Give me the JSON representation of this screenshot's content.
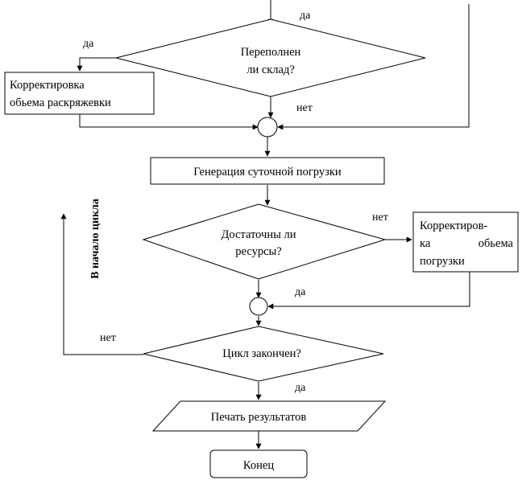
{
  "nodes": {
    "warehouse_check": {
      "line1": "Переполнен",
      "line2": "ли склад?"
    },
    "adjust_unloading": {
      "line1": "Корректировка",
      "line2": "обьема раскряжевки"
    },
    "generate_loading": {
      "text": "Генерация суточной погрузки"
    },
    "resources_check": {
      "line1": "Достаточны ли",
      "line2": "ресурсы?"
    },
    "adjust_loading": {
      "line1": "Корректиров-",
      "line2a": "ка",
      "line2b": "обьема",
      "line3": "погрузки"
    },
    "cycle_check": {
      "text": "Цикл закончен?"
    },
    "print_results": {
      "text": "Печать результатов"
    },
    "end": {
      "text": "Конец"
    }
  },
  "edge_labels": {
    "top_yes": "да",
    "warehouse_yes": "да",
    "warehouse_no": "нет",
    "resources_no": "нет",
    "resources_yes": "да",
    "cycle_no": "нет",
    "cycle_yes": "да"
  },
  "loop_label": "В начало цикла"
}
